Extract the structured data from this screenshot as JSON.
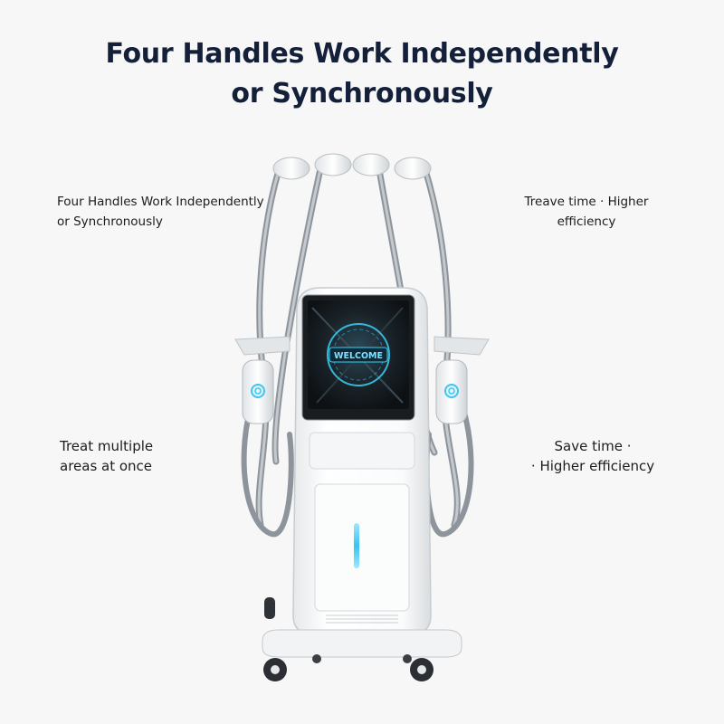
{
  "title": {
    "line1": "Four Handles Work Independently",
    "line2": "or Synchronously"
  },
  "captions": {
    "top_left": {
      "line1": "Four Handles Work Independently",
      "line2": "or Synchronously"
    },
    "top_right": {
      "line1": "Treave time · Higher",
      "line2": "efficiency"
    },
    "bottom_left": {
      "line1": "Treat multiple",
      "line2": "areas at once"
    },
    "bottom_right": {
      "line1": "Save time ·",
      "line2": "· Higher efficiency"
    }
  },
  "screen": {
    "text": "WELCOME"
  },
  "colors": {
    "title": "#14203a",
    "accent_glow": "#36c6ef",
    "body_white": "#ffffff",
    "cable_gray": "#8d949b",
    "screen_dark": "#16191c"
  },
  "icons": [
    "machine-illustration",
    "power-icon",
    "wheel-icon"
  ]
}
